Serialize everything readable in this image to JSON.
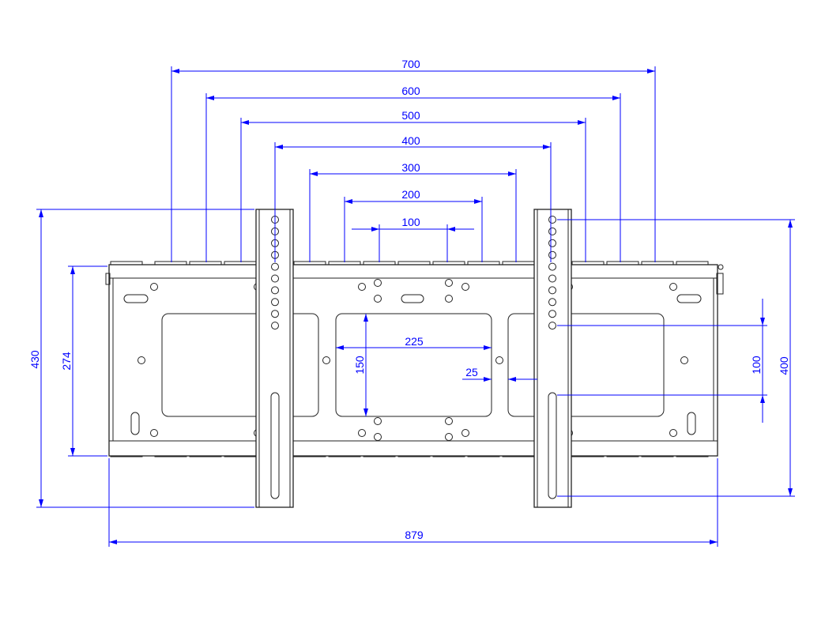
{
  "drawing": {
    "line_color": "#222222",
    "dimension_color": "#0000ff",
    "dimensions": {
      "vesa_700": "700",
      "vesa_600": "600",
      "vesa_500": "500",
      "vesa_400": "400",
      "vesa_300": "300",
      "vesa_200": "200",
      "vesa_100": "100",
      "cutout_width": "225",
      "cutout_height": "150",
      "gap": "25",
      "overall_height": "430",
      "plate_height": "274",
      "arm_hole_span": "400",
      "arm_hole_pitch": "100",
      "overall_width": "879"
    }
  }
}
